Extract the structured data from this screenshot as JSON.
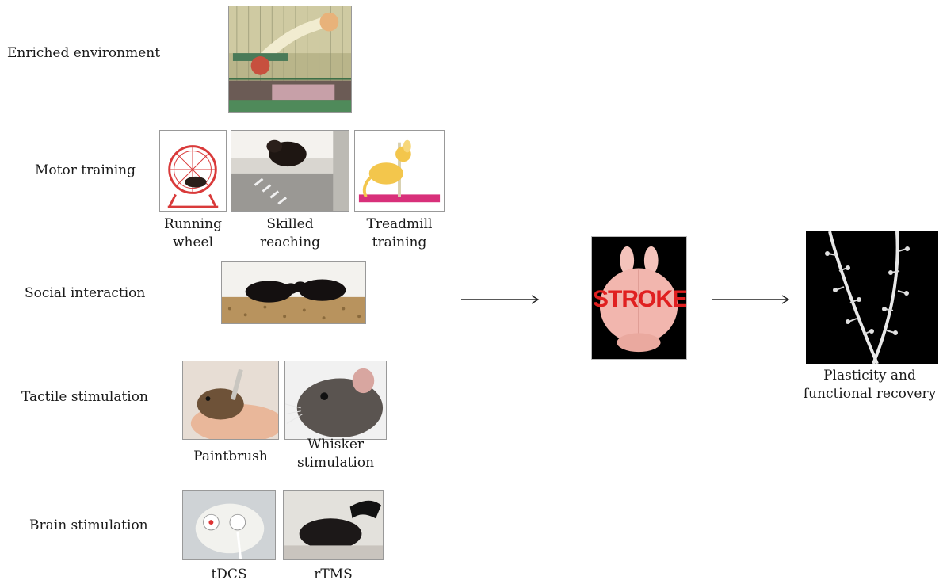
{
  "categories": {
    "enriched": "Enriched environment",
    "motor": "Motor training",
    "social": "Social interaction",
    "tactile": "Tactile stimulation",
    "brain": "Brain stimulation"
  },
  "captions": {
    "running_wheel": [
      "Running",
      "wheel"
    ],
    "skilled_reaching": [
      "Skilled",
      "reaching"
    ],
    "treadmill": [
      "Treadmill",
      "training"
    ],
    "paintbrush": [
      "Paintbrush"
    ],
    "whisker": [
      "Whisker",
      "stimulation"
    ],
    "tdcs": [
      "tDCS"
    ],
    "rtms": [
      "rTMS"
    ],
    "outcome": [
      "Plasticity and",
      "functional recovery"
    ]
  },
  "brain_overlay_text": "STROKE",
  "colors": {
    "stroke_text": "#e02020",
    "brain_pink": "#f2b6ae",
    "black_bg": "#000000"
  },
  "icons": {
    "flow_arrow_1": "right-arrow",
    "flow_arrow_2": "right-arrow"
  }
}
